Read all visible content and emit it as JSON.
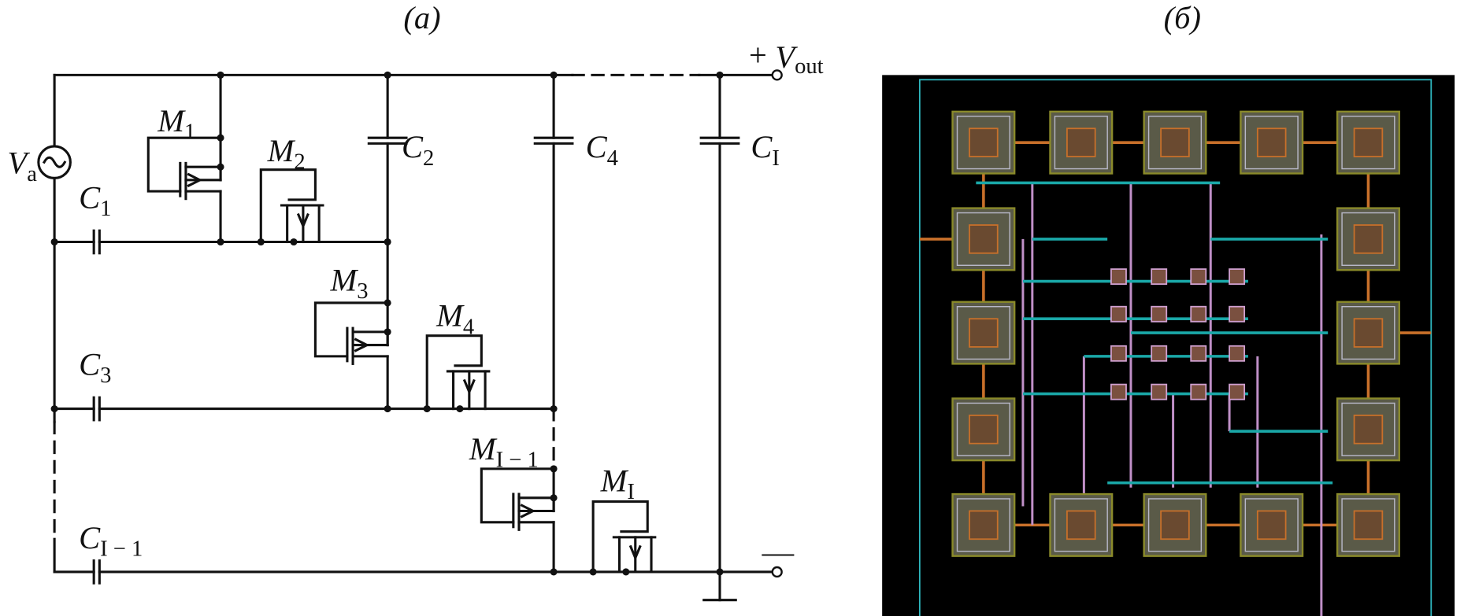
{
  "panels": {
    "schematic": {
      "caption": "(a)",
      "labels": {
        "Va": {
          "base": "V",
          "sub": "a"
        },
        "Vout": {
          "base": "V",
          "sub": "out"
        },
        "plus": "+",
        "minus": "—",
        "M1": {
          "base": "M",
          "sub": "1"
        },
        "M2": {
          "base": "M",
          "sub": "2"
        },
        "M3": {
          "base": "M",
          "sub": "3"
        },
        "M4": {
          "base": "M",
          "sub": "4"
        },
        "MI1": {
          "base": "M",
          "sub": "I − 1"
        },
        "MI": {
          "base": "M",
          "sub": "I"
        },
        "C1": {
          "base": "C",
          "sub": "1"
        },
        "C2": {
          "base": "C",
          "sub": "2"
        },
        "C3": {
          "base": "C",
          "sub": "3"
        },
        "C4": {
          "base": "C",
          "sub": "4"
        },
        "CI1": {
          "base": "C",
          "sub": "I − 1"
        },
        "CI": {
          "base": "C",
          "sub": "I"
        }
      }
    },
    "layout": {
      "caption": "(б)",
      "colors": {
        "background": "#000000",
        "border": "#2fb8c0",
        "pad": "#8a8a2a",
        "metal_orange": "#c8702a",
        "metal_cyan": "#1aa8a8",
        "metal_purple": "#c090c8"
      }
    }
  }
}
